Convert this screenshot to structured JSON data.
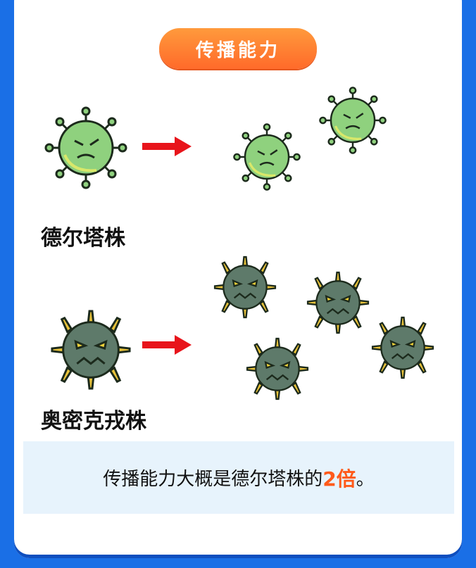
{
  "heading": "传播能力",
  "strains": {
    "delta": {
      "label": "德尔塔株"
    },
    "omicron": {
      "label": "奥密克戎株"
    }
  },
  "summary": {
    "prefix": "传播能力大概是德尔塔株的",
    "highlight": "2倍",
    "suffix": "。"
  },
  "colors": {
    "background_blue": "#1a6fe6",
    "pill_orange": "#ff7a30",
    "delta_virus": "#8fd17e",
    "omicron_virus": "#5e7a6a",
    "arrow_red": "#e8141b",
    "highlight": "#ff5a1a",
    "info_box": "#e7f3fc"
  },
  "icons": [
    "delta-virus-icon",
    "omicron-virus-icon",
    "red-arrow-icon"
  ]
}
